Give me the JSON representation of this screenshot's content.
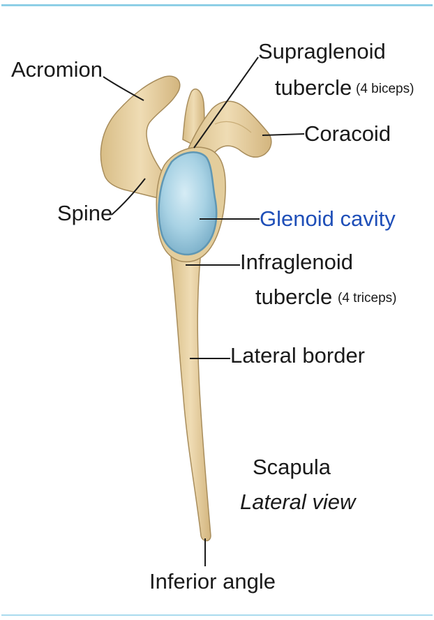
{
  "labels": {
    "acromion": "Acromion",
    "supraglenoid": "Supraglenoid",
    "supraglenoid_tubercle": "tubercle",
    "supraglenoid_note": "(4 biceps)",
    "coracoid": "Coracoid",
    "spine": "Spine",
    "glenoid_cavity": "Glenoid cavity",
    "infraglenoid": "Infraglenoid",
    "infraglenoid_tubercle": "tubercle",
    "infraglenoid_note": "(4 triceps)",
    "lateral_border": "Lateral border",
    "caption_title": "Scapula",
    "caption_view": "Lateral view",
    "inferior_angle": "Inferior angle"
  },
  "colors": {
    "bone": "#e6d2a6",
    "bone_shadow": "#c9ad78",
    "bone_outline": "#a88d5c",
    "glenoid": "#9ccbe0",
    "glenoid_rim": "#5f97b4",
    "label_blue": "#1f4fb8",
    "frame_rule": "#8ecfe6"
  }
}
